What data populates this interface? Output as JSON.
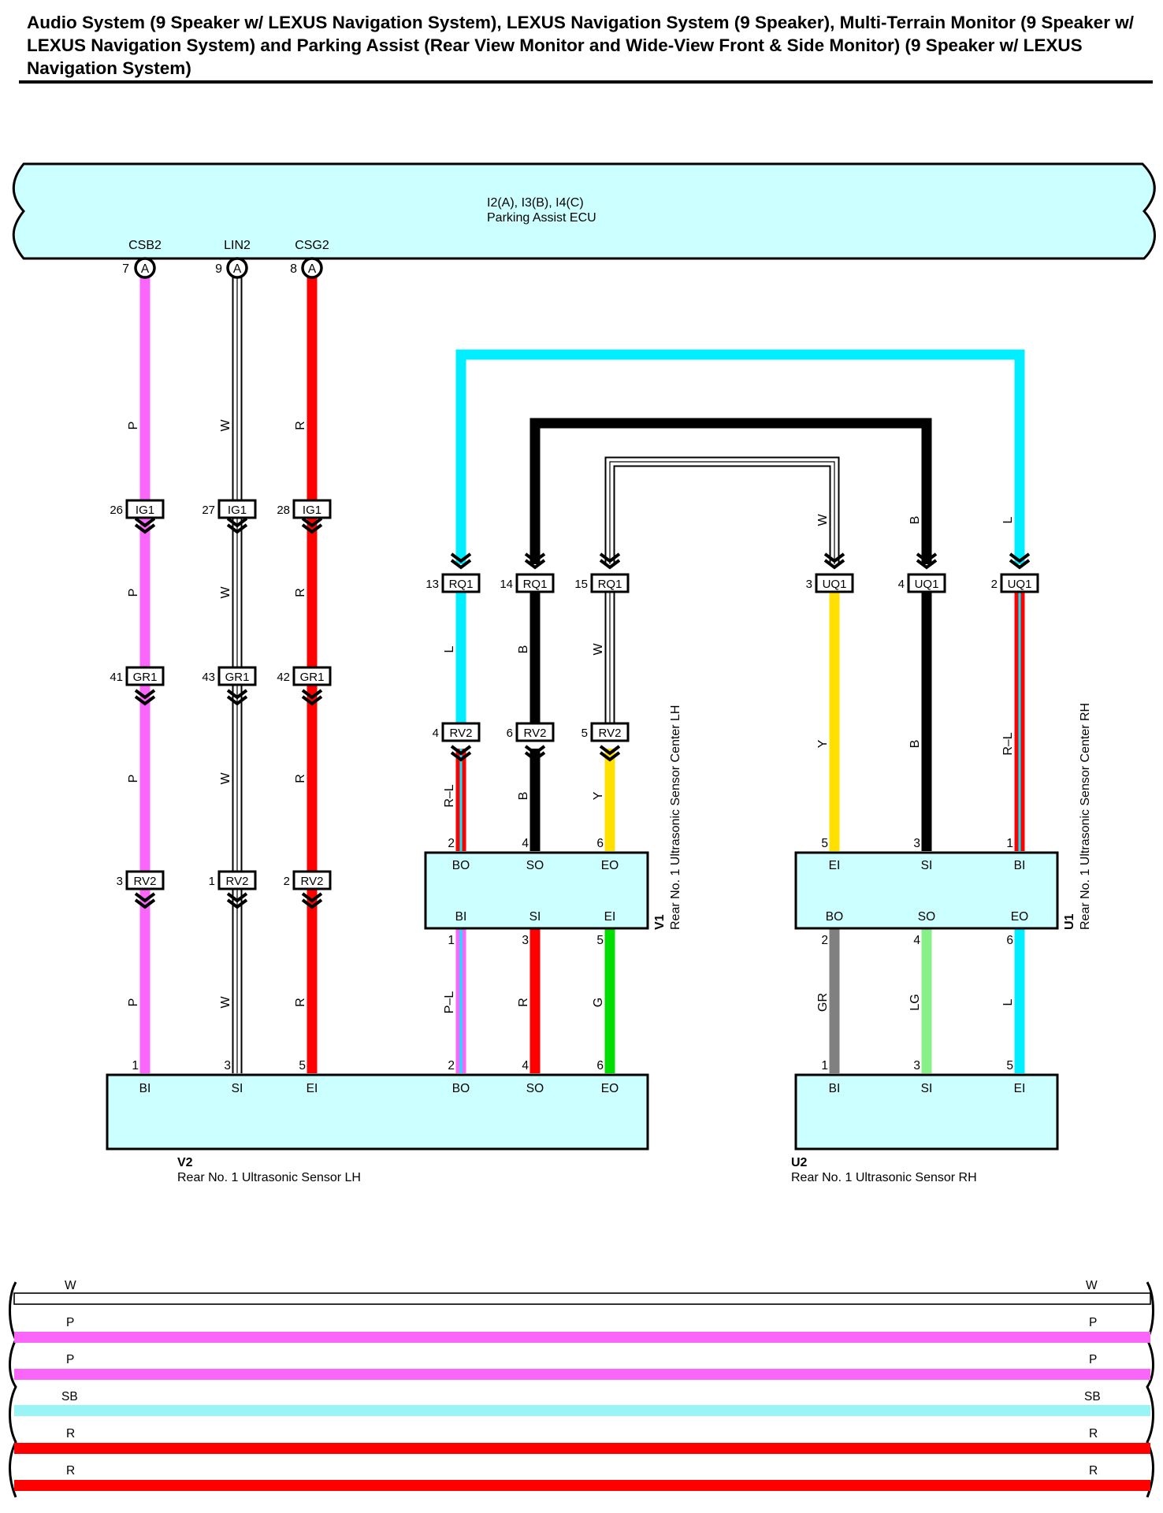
{
  "title": "Audio System (9 Speaker w/ LEXUS Navigation System), LEXUS Navigation System (9 Speaker), Multi-Terrain Monitor (9 Speaker w/ LEXUS Navigation System) and Parking Assist (Rear View Monitor and Wide-View Front & Side Monitor) (9 Speaker w/ LEXUS Navigation System)",
  "colors": {
    "P": "#f966f9",
    "W": "#ffffff",
    "R": "#ff0000",
    "L": "#00eeff",
    "B": "#000000",
    "Y": "#ffe000",
    "G": "#00dd00",
    "GR": "#808080",
    "LG": "#88f088",
    "SB": "#99f5f5",
    "component_fill": "#ccffff"
  },
  "ecu": {
    "code": "I2(A), I3(B), I4(C)",
    "name": "Parking Assist ECU",
    "pins": [
      {
        "signal": "CSB2",
        "num": "7",
        "tag": "A"
      },
      {
        "signal": "LIN2",
        "num": "9",
        "tag": "A"
      },
      {
        "signal": "CSG2",
        "num": "8",
        "tag": "A"
      }
    ]
  },
  "wires": {
    "w1": {
      "c1": "P",
      "c2": "P",
      "c3": "P",
      "c4": "P"
    },
    "w2": {
      "c1": "W",
      "c2": "W",
      "c3": "W",
      "c4": "W"
    },
    "w3": {
      "c1": "R",
      "c2": "R",
      "c3": "R",
      "c4": "R"
    },
    "loops": {
      "L": "L",
      "B": "B",
      "W": "W"
    },
    "v1_top": {
      "bo": "R–L",
      "so": "B",
      "eo": "Y",
      "l": "L",
      "b": "B",
      "w": "W"
    },
    "v1_bottom": {
      "bi": "P–L",
      "si": "R",
      "ei": "G"
    },
    "u1_top": {
      "ei": "Y",
      "si": "B",
      "bi": "R–L"
    },
    "u1_bottom": {
      "bo": "GR",
      "so": "LG",
      "eo": "L"
    }
  },
  "connectors": {
    "ig1": [
      {
        "num": "26",
        "name": "IG1"
      },
      {
        "num": "27",
        "name": "IG1"
      },
      {
        "num": "28",
        "name": "IG1"
      }
    ],
    "gr1": [
      {
        "num": "41",
        "name": "GR1"
      },
      {
        "num": "43",
        "name": "GR1"
      },
      {
        "num": "42",
        "name": "GR1"
      }
    ],
    "rv2_left": [
      {
        "num": "3",
        "name": "RV2"
      },
      {
        "num": "1",
        "name": "RV2"
      },
      {
        "num": "2",
        "name": "RV2"
      }
    ],
    "rq1": [
      {
        "num": "13",
        "name": "RQ1"
      },
      {
        "num": "14",
        "name": "RQ1"
      },
      {
        "num": "15",
        "name": "RQ1"
      }
    ],
    "rv2_mid": [
      {
        "num": "4",
        "name": "RV2"
      },
      {
        "num": "6",
        "name": "RV2"
      },
      {
        "num": "5",
        "name": "RV2"
      }
    ],
    "uq1": [
      {
        "num": "3",
        "name": "UQ1"
      },
      {
        "num": "4",
        "name": "UQ1"
      },
      {
        "num": "2",
        "name": "UQ1"
      }
    ]
  },
  "components": {
    "v1": {
      "code": "V1",
      "name": "Rear No.  1 Ultrasonic Sensor Center LH",
      "top_pins": [
        {
          "num": "2",
          "label": "BO"
        },
        {
          "num": "4",
          "label": "SO"
        },
        {
          "num": "6",
          "label": "EO"
        }
      ],
      "bottom_pins": [
        {
          "num": "1",
          "label": "BI"
        },
        {
          "num": "3",
          "label": "SI"
        },
        {
          "num": "5",
          "label": "EI"
        }
      ]
    },
    "u1": {
      "code": "U1",
      "name": "Rear No.  1 Ultrasonic Sensor Center RH",
      "top_pins": [
        {
          "num": "5",
          "label": "EI"
        },
        {
          "num": "3",
          "label": "SI"
        },
        {
          "num": "1",
          "label": "BI"
        }
      ],
      "bottom_pins": [
        {
          "num": "2",
          "label": "BO"
        },
        {
          "num": "4",
          "label": "SO"
        },
        {
          "num": "6",
          "label": "EO"
        }
      ]
    },
    "v2": {
      "code": "V2",
      "name": "Rear No.  1 Ultrasonic Sensor LH",
      "pins": [
        {
          "num": "1",
          "label": "BI"
        },
        {
          "num": "3",
          "label": "SI"
        },
        {
          "num": "5",
          "label": "EI"
        },
        {
          "num": "2",
          "label": "BO"
        },
        {
          "num": "4",
          "label": "SO"
        },
        {
          "num": "6",
          "label": "EO"
        }
      ]
    },
    "u2": {
      "code": "U2",
      "name": "Rear No.  1 Ultrasonic Sensor RH",
      "pins": [
        {
          "num": "1",
          "label": "BI"
        },
        {
          "num": "3",
          "label": "SI"
        },
        {
          "num": "5",
          "label": "EI"
        }
      ]
    }
  },
  "legend": [
    {
      "code": "W"
    },
    {
      "code": "P"
    },
    {
      "code": "P"
    },
    {
      "code": "SB"
    },
    {
      "code": "R"
    },
    {
      "code": "R"
    }
  ]
}
